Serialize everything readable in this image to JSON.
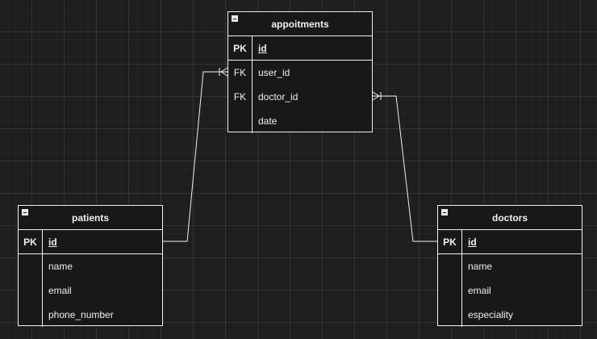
{
  "entities": {
    "appointments": {
      "title": "appoitments",
      "pk": {
        "key": "PK",
        "field": "id"
      },
      "fields": [
        {
          "key": "FK",
          "field": "user_id"
        },
        {
          "key": "FK",
          "field": "doctor_id"
        },
        {
          "key": "",
          "field": "date"
        }
      ]
    },
    "patients": {
      "title": "patients",
      "pk": {
        "key": "PK",
        "field": "id"
      },
      "fields": [
        {
          "key": "",
          "field": "name"
        },
        {
          "key": "",
          "field": "email"
        },
        {
          "key": "",
          "field": "phone_number"
        }
      ]
    },
    "doctors": {
      "title": "doctors",
      "pk": {
        "key": "PK",
        "field": "id"
      },
      "fields": [
        {
          "key": "",
          "field": "name"
        },
        {
          "key": "",
          "field": "email"
        },
        {
          "key": "",
          "field": "especiality"
        }
      ]
    }
  },
  "relationships": [
    {
      "from": "patients.id",
      "to": "appointments.user_id",
      "cardinality": "one-to-many"
    },
    {
      "from": "doctors.id",
      "to": "appointments.doctor_id",
      "cardinality": "one-to-many"
    }
  ],
  "colors": {
    "background": "#1e1e1e",
    "stroke": "#f0f0f0",
    "text": "#f0f0f0"
  }
}
